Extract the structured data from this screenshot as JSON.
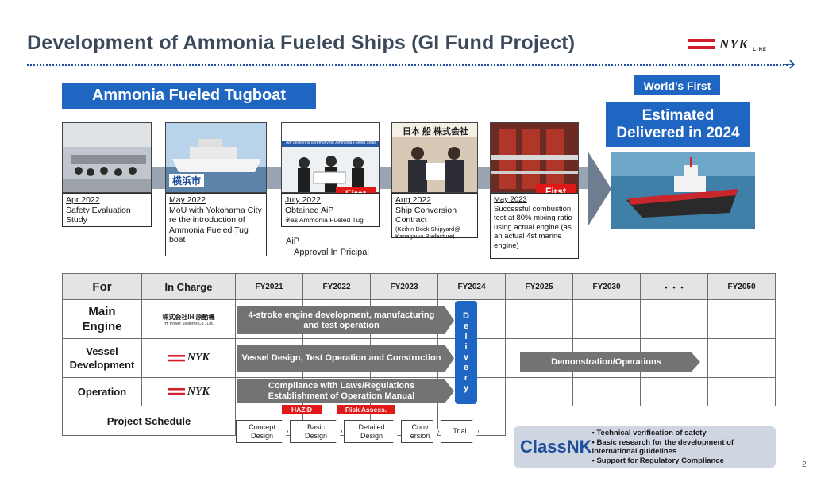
{
  "header": {
    "title": "Development of Ammonia Fueled Ships (GI Fund Project)",
    "logo_text": "NYK",
    "logo_sub": "LINE"
  },
  "banners": {
    "tugboat": "Ammonia Fueled Tugboat",
    "worlds_first": "World’s First",
    "estimated_line1": "Estimated",
    "estimated_line2": "Delivered in 2024"
  },
  "milestones": [
    {
      "date": "Apr 2022",
      "text": "Safety Evaluation Study"
    },
    {
      "date": "May 2022",
      "text": "MoU with Yokohama City re the introduction of Ammonia Fueled Tug boat",
      "photo_label": "横浜市"
    },
    {
      "date": "July 2022",
      "text": "Obtained AiP",
      "subtext": "※as Ammonia Fueled Tug",
      "tag": "First",
      "photo_label": "AiP delivering ceremony for Ammonia Fueled Ships"
    },
    {
      "date": "Aug 2022",
      "text": "Ship Conversion Contract",
      "subtext": "(Keihin Dock Shipyard@ Kanagawa Prefecture)",
      "photo_label": "日本 船 株式会社"
    },
    {
      "date": "May 2023",
      "text": "Successful combustion test at 80% mixing ratio using actual engine (as an actual 4st marine engine)",
      "tag": "First"
    }
  ],
  "aip_note": {
    "line1": "AiP",
    "line2": "Approval In Pricipal"
  },
  "table": {
    "headers": [
      "For",
      "In Charge",
      "FY2021",
      "FY2022",
      "FY2023",
      "FY2024",
      "FY2025",
      "FY2030",
      "・・・",
      "FY2050"
    ],
    "rows": [
      {
        "label_line1": "Main",
        "label_line2": "Engine",
        "in_charge": "株式会社IHI原動機",
        "in_charge_sub": "IHI Power Systems Co., Ltd.",
        "bar": "4-stroke engine development, manufacturing and test operation"
      },
      {
        "label_line1": "Vessel",
        "label_line2": "Development",
        "in_charge": "NYK",
        "bar": "Vessel Design, Test Operation and Construction",
        "bar2": "Demonstration/Operations"
      },
      {
        "label_line1": "Operation",
        "label_line2": "",
        "in_charge": "NYK",
        "bar": "Compliance with Laws/Regulations Establishment of Operation Manual"
      },
      {
        "label_line1": "Project Schedule",
        "label_line2": ""
      }
    ],
    "delivery_letters": [
      "D",
      "e",
      "l",
      "i",
      "v",
      "e",
      "r",
      "y"
    ]
  },
  "schedule_steps": [
    {
      "line1": "Concept",
      "line2": "Design"
    },
    {
      "line1": "Basic",
      "line2": "Design",
      "tag": "HAZID"
    },
    {
      "line1": "Detailed",
      "line2": "Design",
      "tag": "Risk Assess."
    },
    {
      "line1": "Conv",
      "line2": "ersion"
    },
    {
      "line1": "Trial",
      "line2": ""
    }
  ],
  "classnk": {
    "logo": "ClassNK",
    "items": [
      "Technical verification of safety",
      "Basic research for the development of international guidelines",
      "Support for Regulatory Compliance"
    ]
  },
  "page_number": "2",
  "colors": {
    "brand_blue": "#1f66c2",
    "title_gray": "#3b4a5a",
    "first_red": "#e01818",
    "arrow_gray": "#737373"
  }
}
